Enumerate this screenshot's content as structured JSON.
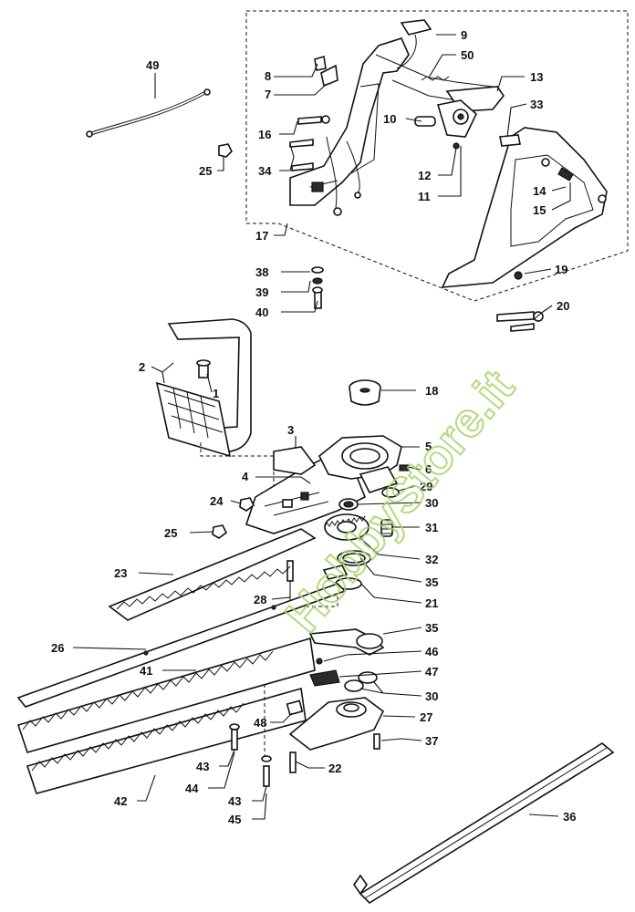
{
  "diagram": {
    "title": "Hedge trimmer exploded parts diagram",
    "watermark": "HobbyStore.it",
    "colors": {
      "ink": "#111111",
      "background": "#ffffff",
      "watermark": "#a8d46a"
    },
    "part_numbers": {
      "p1": "1",
      "p2": "2",
      "p3": "3",
      "p4": "4",
      "p5": "5",
      "p6": "6",
      "p7": "7",
      "p8": "8",
      "p9": "9",
      "p10": "10",
      "p11": "11",
      "p12": "12",
      "p13": "13",
      "p14": "14",
      "p15": "15",
      "p16": "16",
      "p17": "17",
      "p18": "18",
      "p19": "19",
      "p20": "20",
      "p21": "21",
      "p22": "22",
      "p23": "23",
      "p24": "24",
      "p25a": "25",
      "p25b": "25",
      "p26": "26",
      "p27": "27",
      "p28": "28",
      "p29": "29",
      "p30a": "30",
      "p30b": "30",
      "p31": "31",
      "p32": "32",
      "p33": "33",
      "p34": "34",
      "p35a": "35",
      "p35b": "35",
      "p36": "36",
      "p37": "37",
      "p38": "38",
      "p39": "39",
      "p40": "40",
      "p41": "41",
      "p42": "42",
      "p43a": "43",
      "p43b": "43",
      "p44": "44",
      "p45": "45",
      "p46": "46",
      "p47": "47",
      "p48": "48",
      "p49": "49",
      "p50": "50"
    }
  }
}
